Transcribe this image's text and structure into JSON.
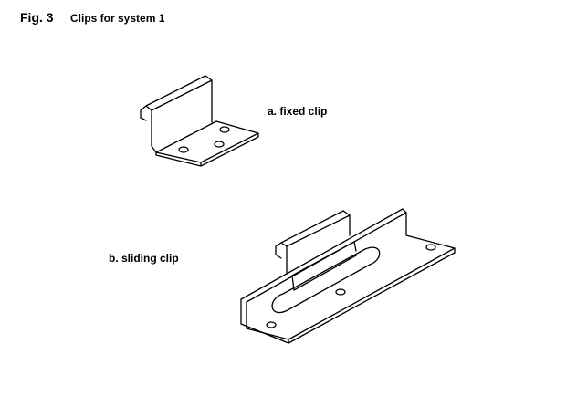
{
  "figure": {
    "number": "Fig. 3",
    "title": "Clips for system 1"
  },
  "parts": {
    "fixed_clip": {
      "label": "a.  fixed clip"
    },
    "sliding_clip": {
      "label": "b. sliding clip"
    }
  },
  "colors": {
    "background": "#ffffff",
    "line": "#000000"
  }
}
